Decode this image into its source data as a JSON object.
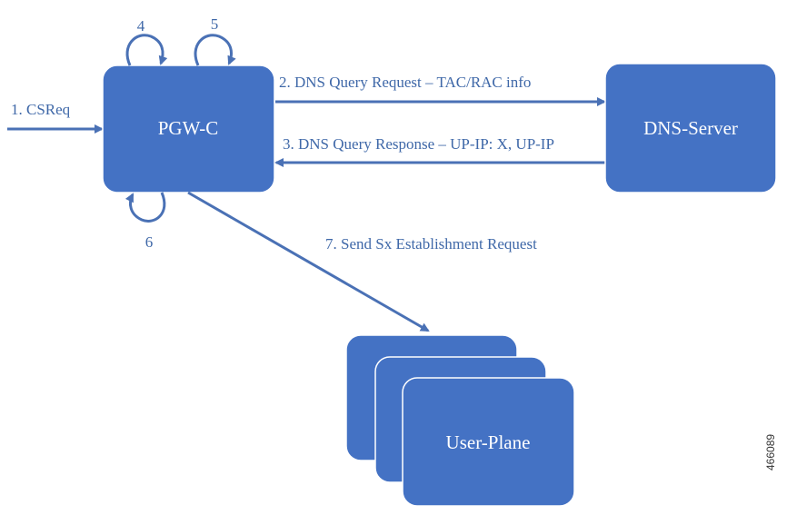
{
  "colors": {
    "node_fill": "#4472c4",
    "edge": "#4a71b5",
    "label_text": "#3f68a8",
    "node_text": "#ffffff"
  },
  "nodes": {
    "pgw_c": {
      "label": "PGW-C"
    },
    "dns_server": {
      "label": "DNS-Server"
    },
    "user_plane": {
      "label": "User-Plane"
    }
  },
  "edges": {
    "cs_req": {
      "label": "1. CSReq"
    },
    "dns_query_request": {
      "label": "2. DNS Query Request – TAC/RAC info"
    },
    "dns_query_response": {
      "label": "3. DNS Query Response – UP-IP: X, UP-IP"
    },
    "self_loop_4": {
      "label": "4"
    },
    "self_loop_5": {
      "label": "5"
    },
    "self_loop_6": {
      "label": "6"
    },
    "sx_establishment": {
      "label": "7. Send Sx Establishment Request"
    }
  },
  "figure_id": "466089"
}
